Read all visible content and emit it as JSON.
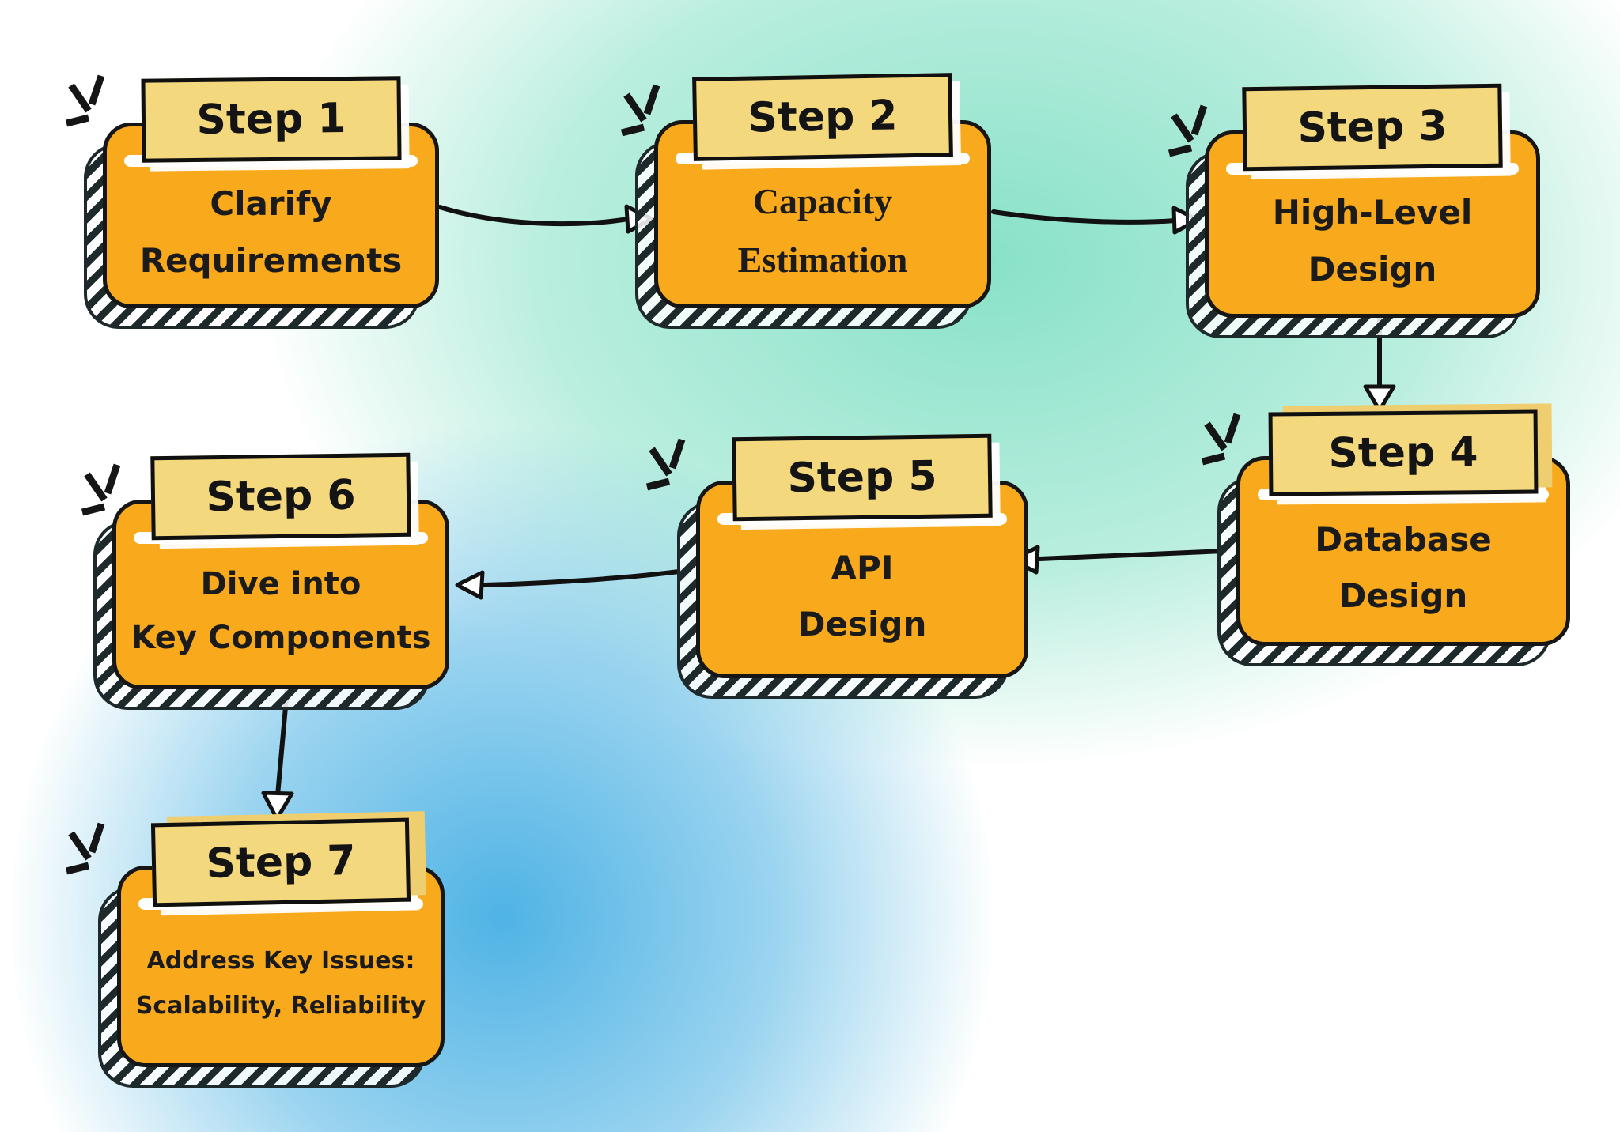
{
  "steps": [
    {
      "label": "Step 1",
      "lines": [
        "Clarify",
        "Requirements"
      ]
    },
    {
      "label": "Step 2",
      "lines": [
        "Capacity",
        "Estimation"
      ]
    },
    {
      "label": "Step 3",
      "lines": [
        "High-Level",
        "Design"
      ]
    },
    {
      "label": "Step 4",
      "lines": [
        "Database",
        "Design"
      ]
    },
    {
      "label": "Step 5",
      "lines": [
        "API",
        "Design"
      ]
    },
    {
      "label": "Step 6",
      "lines": [
        "Dive into",
        "Key Components"
      ]
    },
    {
      "label": "Step 7",
      "lines": [
        "Address Key Issues:",
        "Scalability, Reliability"
      ]
    }
  ],
  "connections": [
    {
      "from": "Step 1",
      "to": "Step 2"
    },
    {
      "from": "Step 2",
      "to": "Step 3"
    },
    {
      "from": "Step 3",
      "to": "Step 4"
    },
    {
      "from": "Step 4",
      "to": "Step 5"
    },
    {
      "from": "Step 5",
      "to": "Step 6"
    },
    {
      "from": "Step 6",
      "to": "Step 7"
    }
  ],
  "colors": {
    "box_fill": "#F9A91C",
    "label_fill": "#F4D87D",
    "ink": "#161616",
    "hatch_shadow": "#1E292B",
    "background_mint": "#82E0C5",
    "background_blue": "#48B0E4"
  }
}
